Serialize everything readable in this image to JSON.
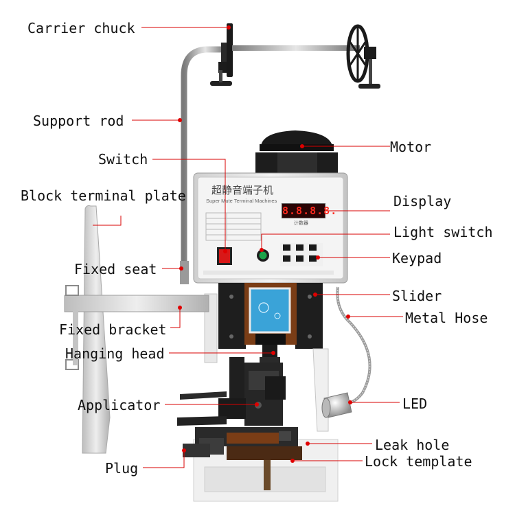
{
  "colors": {
    "leader_line": "#d90000",
    "dot": "#e00000",
    "machine_body": "#e8e8e8",
    "dark_metal": "#1a1a1a",
    "display_digits": "#ff2a1f"
  },
  "panel": {
    "title_cn": "超静音端子机",
    "subtitle_en": "Super Mute Terminal Machines",
    "counter_label": "计数器",
    "display_value": "8.8.8.8."
  },
  "labels": [
    {
      "id": "carrier-chuck",
      "text": "Carrier chuck"
    },
    {
      "id": "support-rod",
      "text": "Support rod"
    },
    {
      "id": "switch",
      "text": "Switch"
    },
    {
      "id": "block-terminal-plate",
      "text": "Block terminal plate"
    },
    {
      "id": "fixed-seat",
      "text": "Fixed seat"
    },
    {
      "id": "fixed-bracket",
      "text": "Fixed bracket"
    },
    {
      "id": "hanging-head",
      "text": "Hanging head"
    },
    {
      "id": "applicator",
      "text": "Applicator"
    },
    {
      "id": "plug",
      "text": "Plug"
    },
    {
      "id": "motor",
      "text": "Motor"
    },
    {
      "id": "display",
      "text": "Display"
    },
    {
      "id": "light-switch",
      "text": "Light switch"
    },
    {
      "id": "keypad",
      "text": "Keypad"
    },
    {
      "id": "slider",
      "text": "Slider"
    },
    {
      "id": "metal-hose",
      "text": "Metal Hose"
    },
    {
      "id": "led",
      "text": "LED"
    },
    {
      "id": "leak-hole",
      "text": "Leak hole"
    },
    {
      "id": "lock-template",
      "text": "Lock template"
    }
  ]
}
